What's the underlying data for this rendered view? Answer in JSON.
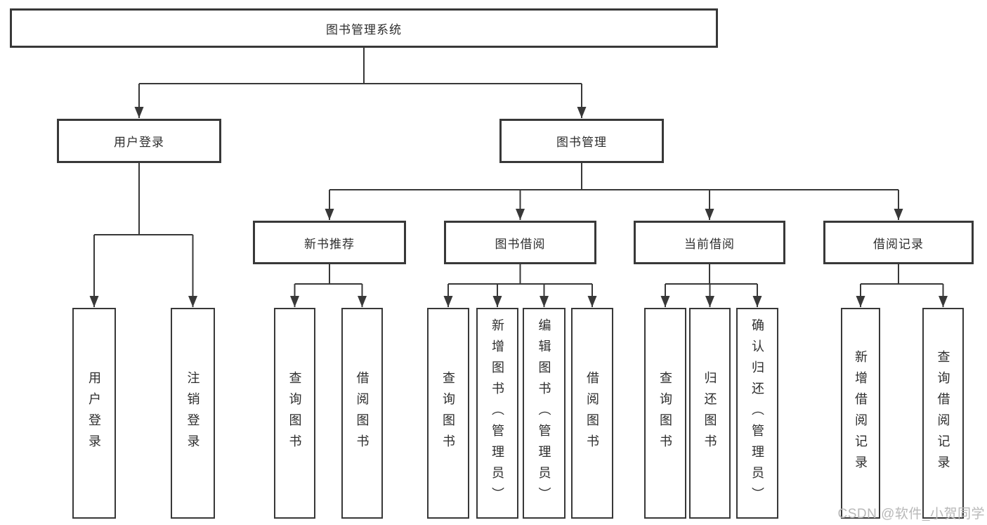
{
  "diagram": {
    "title": "图书管理系统",
    "level1": [
      {
        "label": "用户登录",
        "children": [
          {
            "label": "用户登录"
          },
          {
            "label": "注销登录"
          }
        ]
      },
      {
        "label": "图书管理",
        "children": [
          {
            "label": "新书推荐",
            "children": [
              {
                "label": "查询图书"
              },
              {
                "label": "借阅图书"
              }
            ]
          },
          {
            "label": "图书借阅",
            "children": [
              {
                "label": "查询图书"
              },
              {
                "label": "新增图书（管理员）"
              },
              {
                "label": "编辑图书（管理员）"
              },
              {
                "label": "借阅图书"
              }
            ]
          },
          {
            "label": "当前借阅",
            "children": [
              {
                "label": "查询图书"
              },
              {
                "label": "归还图书"
              },
              {
                "label": "确认归还（管理员）"
              }
            ]
          },
          {
            "label": "借阅记录",
            "children": [
              {
                "label": "新增借阅记录"
              },
              {
                "label": "查询借阅记录"
              }
            ]
          }
        ]
      }
    ]
  },
  "watermark": {
    "text": "CSDN @软件_小贺同学"
  },
  "colors": {
    "line": "#383838",
    "box_border": "#383838",
    "text": "#2d2d2d",
    "watermark": "#b8b8b8",
    "background": "#ffffff"
  }
}
